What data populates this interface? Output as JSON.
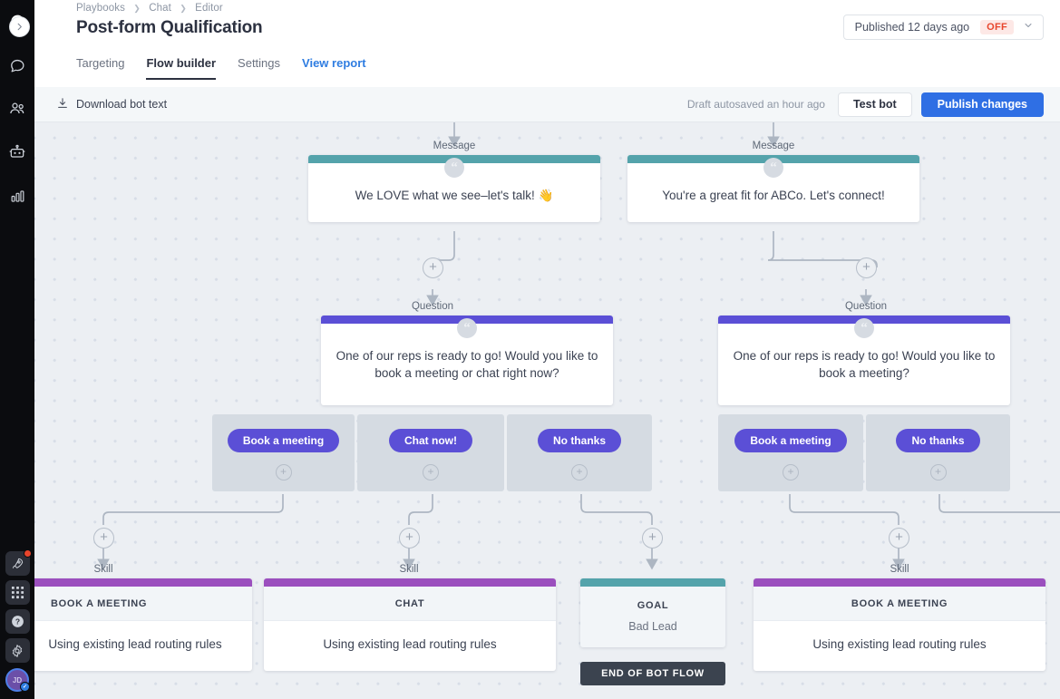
{
  "rail": {
    "top_icons": [
      "bolt-logo-icon",
      "chat-icon",
      "people-icon",
      "bot-icon",
      "analytics-icon"
    ],
    "bottom_icons": [
      "rocket-icon",
      "apps-grid-icon",
      "help-icon",
      "gear-icon"
    ],
    "avatar_initials": "JD"
  },
  "header": {
    "breadcrumb": [
      "Playbooks",
      "Chat",
      "Editor"
    ],
    "title": "Post-form Qualification",
    "status": {
      "text": "Published 12 days ago",
      "badge": "OFF"
    },
    "tabs": [
      {
        "label": "Targeting",
        "state": "default"
      },
      {
        "label": "Flow builder",
        "state": "active"
      },
      {
        "label": "Settings",
        "state": "default"
      },
      {
        "label": "View report",
        "state": "link"
      }
    ]
  },
  "toolbar": {
    "download_label": "Download bot text",
    "autosave": "Draft autosaved an hour ago",
    "test_label": "Test bot",
    "publish_label": "Publish changes"
  },
  "canvas": {
    "labels": {
      "message": "Message",
      "question": "Question",
      "skill": "Skill"
    },
    "messages": [
      {
        "text": "We LOVE what we see–let's talk! 👋"
      },
      {
        "text": "You're a great fit for ABCo. Let's connect!"
      }
    ],
    "questions": [
      {
        "text": "One of our reps is ready to go! Would you like to book a meeting or chat right now?",
        "choices": [
          "Book a meeting",
          "Chat now!",
          "No thanks"
        ]
      },
      {
        "text": "One of our reps is ready to go! Would you like to book a meeting?",
        "choices": [
          "Book a meeting",
          "No thanks"
        ]
      }
    ],
    "skills": [
      {
        "head": "BOOK A MEETING",
        "body": "Using existing lead routing rules"
      },
      {
        "head": "CHAT",
        "body": "Using existing lead routing rules"
      },
      {
        "head": "BOOK A MEETING",
        "body": "Using existing lead routing rules"
      }
    ],
    "goal": {
      "head": "GOAL",
      "sub": "Bad Lead",
      "end": "END OF BOT FLOW"
    },
    "plus_symbol": "+"
  },
  "colors": {
    "message_bar": "#54a3ab",
    "question_bar": "#5b4fd6",
    "skill_bar": "#9b4fbe",
    "chip": "#5b4fd6",
    "primary": "#2f6fe4",
    "off_badge": "#e8452c",
    "canvas_bg": "#eceff3"
  }
}
